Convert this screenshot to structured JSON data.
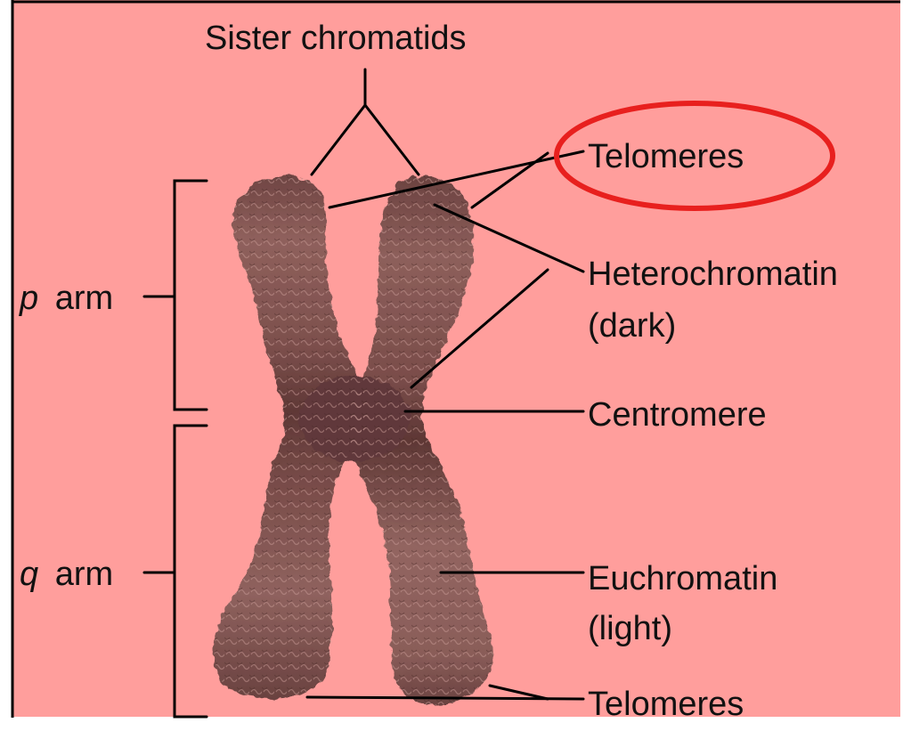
{
  "labels": {
    "sister_chromatids": "Sister chromatids",
    "telomeres_top": "Telomeres",
    "heterochromatin": "Heterochromatin",
    "heterochromatin_note": "(dark)",
    "centromere": "Centromere",
    "euchromatin": "Euchromatin",
    "euchromatin_note": "(light)",
    "telomeres_bottom": "Telomeres",
    "p_letter": "p",
    "p_arm": "arm",
    "q_letter": "q",
    "q_arm": "arm"
  },
  "colors": {
    "background": "#ff9e9c",
    "chromatid_dark": "#6b4240",
    "chromatid_light": "#9c6a66",
    "highlight_ellipse": "#e8201e"
  }
}
